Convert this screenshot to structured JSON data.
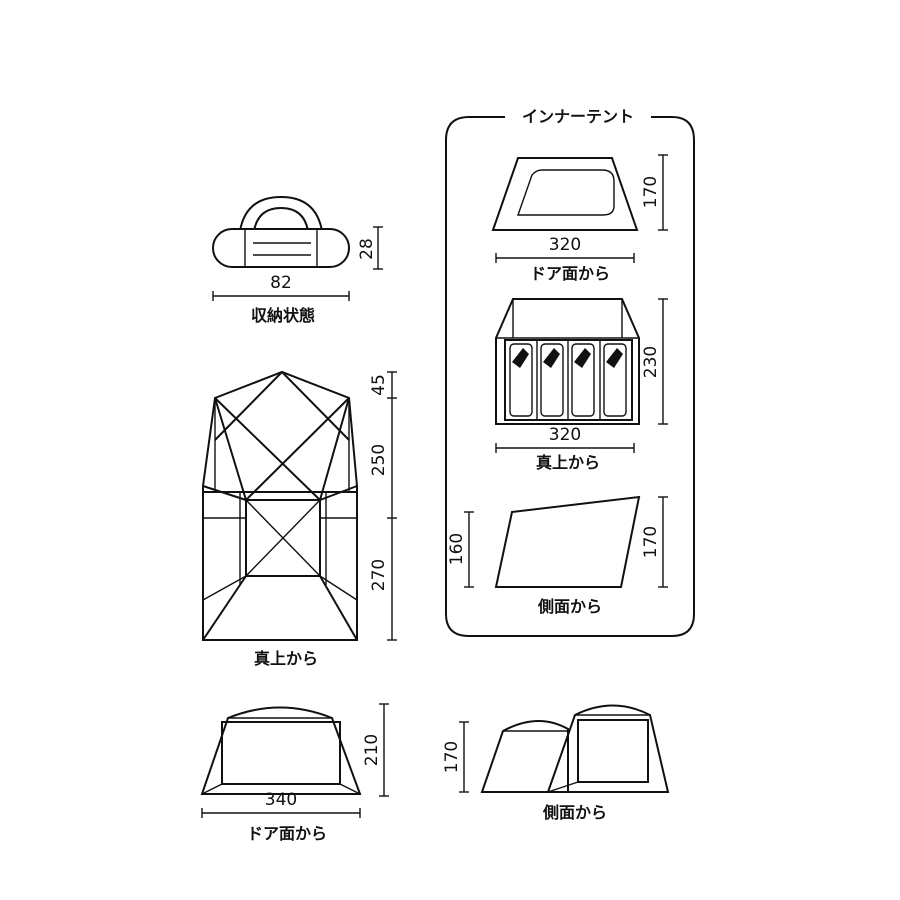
{
  "storage": {
    "width": "82",
    "height": "28",
    "caption": "収納状態"
  },
  "top_view": {
    "dims": [
      "45",
      "250",
      "270"
    ],
    "caption": "真上から"
  },
  "front_view": {
    "width": "340",
    "height": "210",
    "caption": "ドア面から"
  },
  "side_view": {
    "height": "170",
    "caption": "側面から"
  },
  "inner_tent": {
    "title": "インナーテント",
    "door": {
      "width": "320",
      "height": "170",
      "caption": "ドア面から"
    },
    "top": {
      "width": "320",
      "height": "230",
      "caption": "真上から"
    },
    "side": {
      "height_left": "160",
      "height_right": "170",
      "caption": "側面から"
    }
  }
}
